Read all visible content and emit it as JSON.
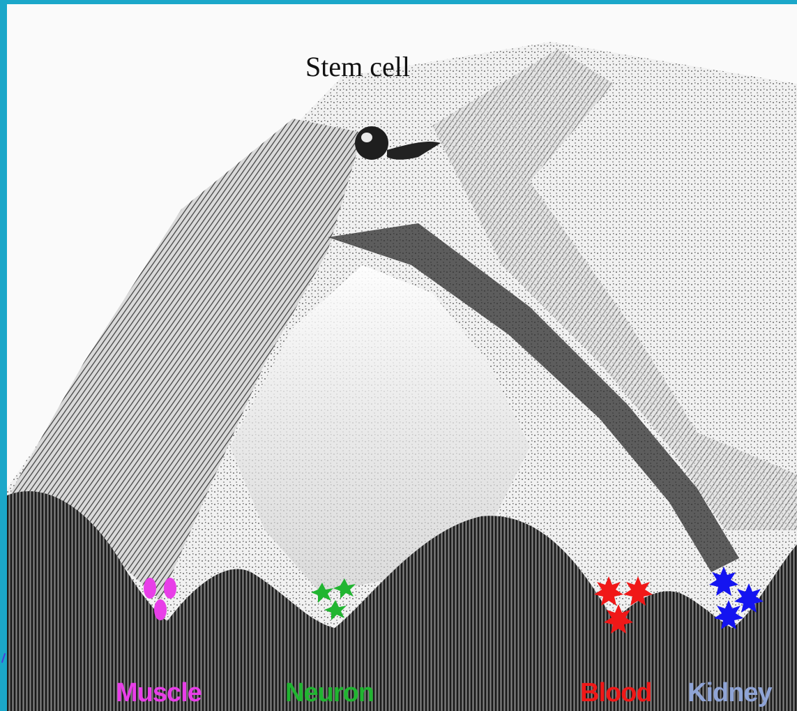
{
  "diagram": {
    "top_label": "Stem cell",
    "fates": [
      {
        "name": "Muscle",
        "color": "#e83ee8",
        "marker": "oval-cell-icon"
      },
      {
        "name": "Neuron",
        "color": "#21b531",
        "marker": "star-cell-icon"
      },
      {
        "name": "Blood",
        "color": "#f01818",
        "marker": "star-cell-icon"
      },
      {
        "name": "Kidney",
        "color": "#1414f0",
        "marker": "star-cell-icon",
        "label_color": "#8fa4d6"
      }
    ],
    "palette": {
      "ridge": "#2a2a2a",
      "valley_floor": "#3a3a3a",
      "paper": "#fafafa",
      "frame": "#1ba7c9"
    }
  }
}
